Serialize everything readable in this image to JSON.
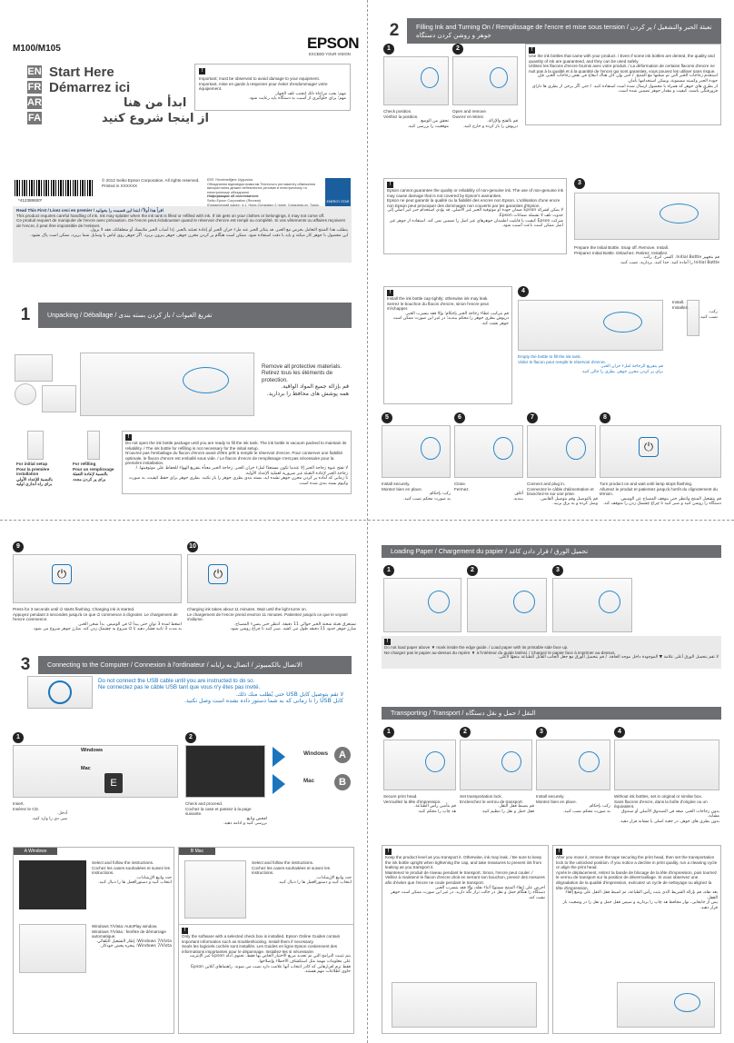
{
  "header": {
    "model": "M100/M105",
    "brand": "EPSON",
    "brand_tag": "EXCEED YOUR VISION"
  },
  "langs": [
    "EN",
    "FR",
    "AR",
    "FA"
  ],
  "titles": {
    "en": "Start Here",
    "fr": "Démarrez ici",
    "ar": "ابدأ من هنا",
    "fa": "از اینجا شروع کنید"
  },
  "intro_note": {
    "en": "Important; must be observed to avoid damage to your equipment.",
    "fr": "Important, mise en garde à respecter pour éviter d'endommager votre équipement.",
    "ar": "مهم؛ يجب مراعاة ذلك لتجنب تلف الجهاز.",
    "fa": "مهم؛ برای جلوگیری از آسیب به دستگاه باید رعایت شود."
  },
  "barcode_num": "*412388600*",
  "copyright": [
    "© 2012 Seiko Epson Corporation. All rights reserved.",
    "Printed in XXXXXX"
  ],
  "importer": [
    "EEE Yönetmeliğine Uygundur.",
    "Обладнання відповідає вимогам Технічного регламенту обмеження",
    "використання деяких небезпечних речовин в електричному та",
    "електронному обладнанні.",
    "Информация об изготовителе",
    "Seiko Epson Corporation (Япония)",
    "Юридический адрес: 4-1, Ниси-Синдзюку 2-Чоме, Синдзюку-ку, Токио, Япония",
    "Срок службы: 3 года"
  ],
  "energy": "ENERGY STAR",
  "read_first": {
    "head": "Read This First / Lisez ceci en premier / اقرأ هذا أولاً / ابتدا این قسمت را بخوانید",
    "en": "This product requires careful handling of ink. Ink may splatter when the ink tank is filled or refilled with ink. If ink gets on your clothes or belongings, it may not come off.",
    "fr": "Ce produit requiert de manipuler de l'encre avec précaution. De l'encre peut éclabousser quand le réservoir d'encre est rempli ou complété. Si vos vêtements ou affaires reçoivent de l'encre, il peut être impossible de l'enlever.",
    "ar": "يتطلب هذا المنتج التعامل بحرص مع الحبر. قد يتناثر الحبر عند ملء خزان الحبر أو إعادة تعبئته بالحبر. إذا أصاب الحبر ملابسك أو متعلقاتك، فقد لا يزول.",
    "fa": "این محصول با جوهر کار میکند و باید با دقت استفاده شود. ممکن است هنگام پر کردن مخزن جوهر، جوهر بیرون بریزد. اگر جوهر روی لباس یا وسایل شما بریزد، ممکن است پاک نشود."
  },
  "s1": {
    "num": "1",
    "title": "Unpacking / Déballage / تفريغ العبوات / باز کردن بسته بندی",
    "remove": {
      "en": "Remove all protective materials.",
      "fr": "Retirez tous les éléments de protection.",
      "ar": "قم بإزالة جميع المواد الواقية.",
      "fa": "همه پوشش های محافظ را بردارید."
    },
    "note": {
      "en": "Do not open the ink bottle package until you are ready to fill the ink tank. The ink bottle is vacuum packed to maintain its reliability. / The ink bottle for refilling is not necessary for the initial setup.",
      "fr": "N'ouvrez pas l'emballage du flacon d'encre avant d'être prêt à remplir le réservoir d'encre. Pour conserver une fiabilité optimale, le flacon d'encre est emballé sous vide. / Le flacon d'encre de remplissage n'est pas nécessaire pour la première installation.",
      "ar": "لا تفتح عبوة زجاجة الحبر إلا عندما تكون مستعدًا لملء خزان الحبر. زجاجة الحبر معبأة بتفريغ الهواء للحفاظ على موثوقيتها. / زجاجة الحبر لإعادة التعبئة غير ضرورية لعملية الإعداد الأولية.",
      "fa": "تا زمانی که آماده پر کردن مخزن جوهر نشده اید، بسته بندی بطری جوهر را باز نکنید. بطری جوهر برای حفظ کیفیت، به صورت وکیوم بسته بندی شده است."
    },
    "setup": {
      "en": "For initial setup",
      "fr": "Pour la première installation",
      "ar": "بالنسبة للإعداد الأولي",
      "fa": "برای راه اندازی اولیه"
    },
    "refill": {
      "en": "For refilling",
      "fr": "Pour un remplissage",
      "ar": "بالنسبة لإعادة التعبئة",
      "fa": "برای پر کردن مجدد"
    }
  },
  "s2": {
    "num": "2",
    "title": "Filling Ink and Turning On / Remplissage de l'encre et mise sous tension / تعبئة الحبر والتشغيل / پر کردن جوهر و روشن کردن دستگاه",
    "check": {
      "en": "Check position.",
      "fr": "Vérifiez la position.",
      "ar": "تحقق من الوضع.",
      "fa": "موقعیت را بررسی کنید."
    },
    "open": {
      "en": "Open and remove.",
      "fr": "Ouvrez et retirez.",
      "ar": "قم بالفتح والإزالة.",
      "fa": "درپوش را باز کرده و خارج کنید."
    },
    "genuine": {
      "en": "Use the ink bottles that came with your product. / Even if some ink bottles are dented, the quality and quantity of ink are guaranteed, and they can be used safely.",
      "fr": "Utilisez les flacons d'encre fournis avec votre produit. / La déformation de certains flacons d'encre ne nuit pas à la qualité et à la quantité de l'encre qui sont garanties, vous pouvez les utiliser sans risque.",
      "ar": "استخدم زجاجات الحبر التي تم شحنها مع المنتج. / حتى وإن كان هناك انبعاج في بعض زجاجات الحبر، فإن جودة الحبر وكميته مضمونة، ويمكن استخدامها بأمان.",
      "fa": "از بطری های جوهر که همراه با محصول ارسال شده است استفاده کنید. / حتی اگر برخی از بطری ها دارای فرورفتگی باشند، کیفیت و مقدار جوهر تضمین شده است."
    },
    "quality": {
      "en": "Epson cannot guarantee the quality or reliability of non-genuine ink. The use of non-genuine ink may cause damage that is not covered by Epson's warranties.",
      "fr": "Epson ne peut garantir la qualité ou la fiabilité des encres non Epson. L'utilisation d'une encre non Epson peut provoquer des dommages non couverts par les garanties d'Epson.",
      "ar": "لا يمكن لشركة Epson ضمان جودة أو موثوقية الحبر غير الأصلي. قد يؤدي استخدام حبر غير أصلي إلى حدوث تلف لا تشمله ضمانات Epson.",
      "fa": "شرکت Epson کیفیت یا قابلیت اطمینان جوهرهای غیر اصل را تضمین نمی کند. استفاده از جوهر غیر اصل ممکن است باعث آسیب شود."
    },
    "prepare": {
      "en": "Prepare the Initial Bottle. Snap off. Remove. Install.",
      "fr": "Préparez Initial Bottle. Détachez. Retirez. Installez.",
      "ar": "قم بتجهيز Initial Bottle. اكسر. انزع. ركب.",
      "fa": "Initial Bottle را آماده کنید. جدا کنید. بردارید. نصب کنید."
    },
    "tight": {
      "en": "Install the ink bottle cap tightly; otherwise ink may leak.",
      "fr": "Serrez le bouchon du flacon d'encre, sinon l'encre peut s'échapper.",
      "ar": "قم بتركيب غطاء زجاجة الحبر بإحكام؛ وإلا فقد يتسرب الحبر.",
      "fa": "درپوش بطری جوهر را محکم ببندید؛ در غیر این صورت ممکن است جوهر نشت کند."
    },
    "empty": {
      "en": "Empty the bottle to fill the ink tank.",
      "fr": "Videz le flacon pour remplir le réservoir d'encre.",
      "ar": "قم بتفريغ الزجاجة لملء خزان الحبر.",
      "fa": "برای پر کردن مخزن جوهر، بطری را خالی کنید."
    },
    "install4": {
      "en": "Install.",
      "fr": "Installez.",
      "ar": "ركب.",
      "fa": "نصب کنید."
    },
    "step5": {
      "en": "Install securely.",
      "fr": "Montez bien en place.",
      "ar": "ركب بإحكام.",
      "fa": "به صورت محکم نصب کنید."
    },
    "step6": {
      "en": "Close.",
      "fr": "Fermez.",
      "ar": "أغلق.",
      "fa": "ببندید."
    },
    "step7": {
      "en": "Connect and plug in.",
      "fr": "Connectez le câble d'alimentation et branchez-le sur une prise.",
      "ar": "قم بالتوصيل وقم بتوصيل القابس.",
      "fa": "وصل کرده و به برق بزنید."
    },
    "step8": {
      "en": "Turn product on and wait until lamp stops flashing.",
      "fr": "Allumez le produit et patientez jusqu'à l'arrêt du clignotement du témoin.",
      "ar": "قم بتشغيل المنتج وانتظر حتى يتوقف المصباح عن الوميض.",
      "fa": "دستگاه را روشن کنید و صبر کنید تا چراغ چشمک زدن را متوقف کند."
    }
  },
  "s9": {
    "en": "Press for 3 seconds until ⏻ starts flashing. Charging ink is started.",
    "fr": "Appuyez pendant 3 secondes jusqu'à ce que ⏻ commence à clignoter. Le chargement de l'encre commence.",
    "ar": "اضغط لمدة 3 ثوانٍ حتى يبدأ ⏻ في الوميض. بدأ شحن الحبر.",
    "fa": "به مدت 3 ثانیه فشار دهید تا ⏻ شروع به چشمک زدن کند. شارژ جوهر شروع می شود."
  },
  "s10": {
    "en": "Charging ink takes about 11 minutes. Wait until the light turns on.",
    "fr": "Le chargement de l'encre prend environ 11 minutes. Patientez jusqu'à ce que le voyant s'allume.",
    "ar": "تستغرق تعبئة شحنة الحبر حوالي 11 دقيقة. انتظر حتى يضيء المصباح.",
    "fa": "شارژ جوهر حدود 11 دقیقه طول می کشد. صبر کنید تا چراغ روشن شود."
  },
  "s3": {
    "num": "3",
    "title": "Connecting to the Computer / Connexion à l'ordinateur / الاتصال بالكمبيوتر / اتصال به رایانه",
    "usb": {
      "en": "Do not connect the USB cable until you are instructed to do so.",
      "fr": "Ne connectez pas le câble USB tant que vous n'y êtes pas invité.",
      "ar": "لا تقم بتوصيل كابل USB حتى يُطلب منك ذلك.",
      "fa": "کابل USB را تا زمانی که به شما دستور داده نشده است وصل نکنید."
    },
    "insert": {
      "en": "Insert.",
      "fr": "Insérez le CD.",
      "ar": "أدخل.",
      "fa": "سی دی را وارد کنید."
    },
    "check": {
      "en": "Check and proceed.",
      "fr": "Cochez la case et passez à la page suivante.",
      "ar": "افحص وتابع.",
      "fa": "بررسی کنید و ادامه دهید."
    },
    "windows": "Windows",
    "mac": "Mac",
    "a": "A",
    "b": "B",
    "select": {
      "en": "Select and follow the instructions.",
      "fr": "Cochez les cases souhaitées et suivez les instructions.",
      "ar": "حدد واتبع الإرشادات.",
      "fa": "انتخاب کنید و دستورالعمل ها را دنبال کنید."
    },
    "autoplay": {
      "en": "Windows 7/Vista: AutoPlay window.",
      "fr": "Windows 7/Vista : fenêtre de démarrage automatique.",
      "ar": "Windows 7/Vista: إطار التشغيل التلقائي.",
      "fa": "Windows 7/Vista: پنجره پخش خودکار."
    },
    "online": {
      "en": "Only the software with a selected check box is installed. Epson Online Guides contain important information such as troubleshooting. Install them if necessary.",
      "fr": "Seuls les logiciels cochés sont installés. Les Guides en ligne Epson contiennent des informations importantes pour le dépannage. Installez-les si nécessaire.",
      "ar": "يتم تثبيت البرامج التي تم تحديد مربع الاختيار الخاص بها فقط. تحتوي أدلة Epson عبر الإنترنت على معلومات مهمة مثل استكشاف الأخطاء وإصلاحها.",
      "fa": "فقط نرم افزارهایی که کادر انتخاب آنها علامت دارد نصب می شوند. راهنماهای آنلاین Epson حاوی اطلاعات مهم هستند."
    }
  },
  "paper": {
    "title": "Loading Paper / Chargement du papier / تحميل الورق / قرار دادن کاغذ",
    "en": "Do not load paper above ▼ mark inside the edge guide. / Load paper with its printable side face up.",
    "fr": "Ne chargez pas le papier au-dessus du repère ▼ à l'intérieur du guide latéral. / Chargez le papier face à imprimer au-dessus.",
    "ar": "لا تقم بتحميل الورق أعلى علامة ▼ الموجودة داخل موجه الحافة. / قم بتحميل الورق مع جعل الجانب القابل للطباعة متجهًا لأعلى.",
    "fa": "کاغذ را بالاتر از علامت ▼ در داخل راهنمای لبه قرار ندهید. / کاغذ را با سمت قابل چاپ رو به بالا قرار دهید."
  },
  "transport": {
    "title": "Transporting / Transport / النقل / حمل و نقل دستگاه",
    "s1": {
      "en": "Secure print head.",
      "fr": "Verrouillez la tête d'impression.",
      "ar": "قم بتأمين رأس الطباعة.",
      "fa": "هد چاپ را محکم کنید."
    },
    "s2": {
      "en": "Set transportation lock.",
      "fr": "Enclenchez le verrou de transport.",
      "ar": "قم بضبط قفل النقل.",
      "fa": "قفل حمل و نقل را تنظیم کنید."
    },
    "s3": {
      "en": "Install securely.",
      "fr": "Montez bien en place.",
      "ar": "ركب بإحكام.",
      "fa": "به صورت محکم نصب کنید."
    },
    "s4": {
      "en": "Without ink bottles, set in original or similar box.",
      "fr": "Sans flacons d'encre, dans la boîte d'origine ou un équivalent.",
      "ar": "بدون زجاجات الحبر، ضعه في الصندوق الأصلي أو صندوق مشابه.",
      "fa": "بدون بطری های جوهر، در جعبه اصلی یا مشابه قرار دهید."
    },
    "keep": {
      "en": "Keep the product level as you transport it. Otherwise, ink may leak. / Be sure to keep the ink bottle upright when tightening the cap, and take measures to prevent ink from leaking as you transport it.",
      "fr": "Maintenez le produit de niveau pendant le transport. Sinon, l'encre peut couler. / Veillez à maintenir le flacon d'encre droit en serrant son bouchon, prenez des mesures afin d'éviter que l'encre ne coule pendant le transport.",
      "ar": "احرص على إبقاء المنتج مستويًا أثناء نقله، وإلا فقد يتسرب الحبر.",
      "fa": "دستگاه را هنگام حمل و نقل در حالت تراز نگه دارید. در غیر این صورت ممکن است جوهر نشت کند."
    },
    "after": {
      "en": "After you move it, remove the tape securing the print head, then set the transportation lock to the unlocked position. If you notice a decline in print quality, run a cleaning cycle or align the print head.",
      "fr": "Après le déplacement, retirez la bande de blocage de la tête d'impression, puis tournez le verrou de transport sur la position de déverrouillage. Si vous observez une dégradation de la qualité d'impression, exécutez un cycle de nettoyage ou alignez la tête d'impression.",
      "ar": "بعد نقله، قم بإزالة الشريط الذي يثبت رأس الطباعة، ثم اضبط قفل النقل على وضع إلغاء القفل.",
      "fa": "پس از جابجایی، نوار محافظ هد چاپ را بردارید و سپس قفل حمل و نقل را در وضعیت باز قرار دهید."
    }
  }
}
